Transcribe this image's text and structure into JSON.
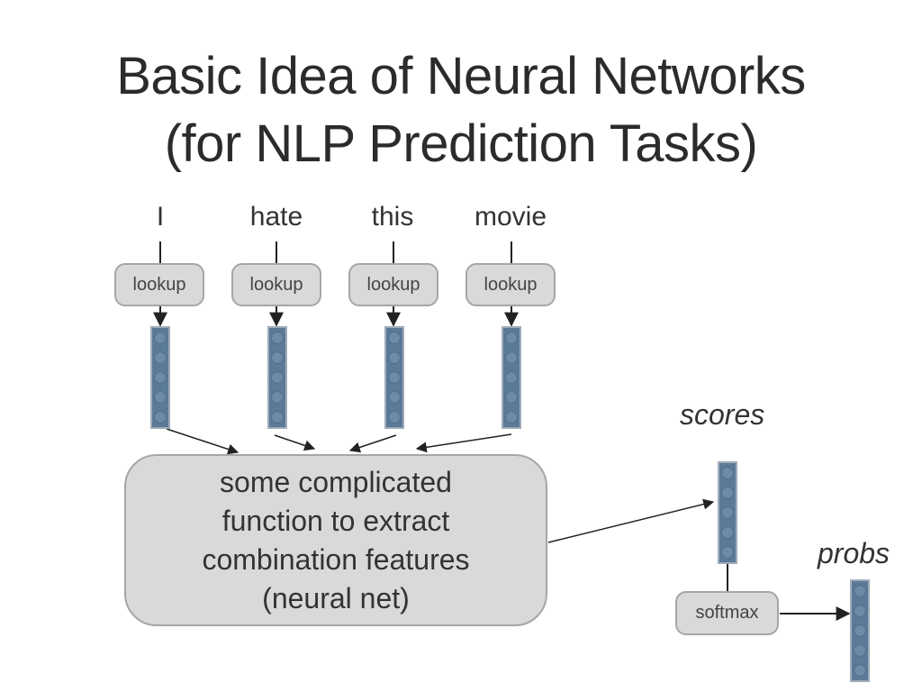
{
  "slide": {
    "title_line1": "Basic Idea of Neural Networks",
    "title_line2": "(for NLP Prediction Tasks)"
  },
  "inputs": [
    {
      "word": "I",
      "box_label": "lookup"
    },
    {
      "word": "hate",
      "box_label": "lookup"
    },
    {
      "word": "this",
      "box_label": "lookup"
    },
    {
      "word": "movie",
      "box_label": "lookup"
    }
  ],
  "function_box": {
    "lines": [
      "some complicated",
      "function to extract",
      "combination features",
      "(neural net)"
    ]
  },
  "output": {
    "scores_label": "scores",
    "softmax_label": "softmax",
    "probs_label": "probs"
  },
  "colors": {
    "vector_fill": "#5b7a98",
    "box_fill": "#d9d9d9",
    "box_border": "#a6a6a6"
  }
}
